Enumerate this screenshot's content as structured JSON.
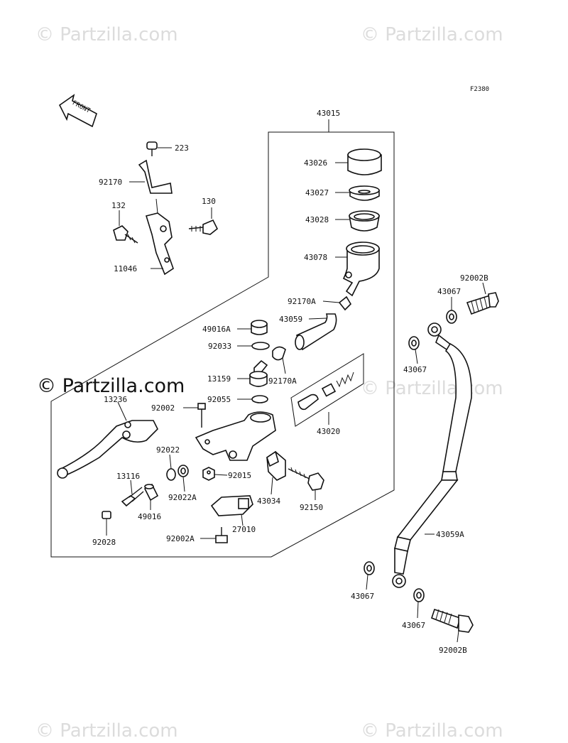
{
  "watermarks": {
    "top_left": "© Partzilla.com",
    "top_right": "© Partzilla.com",
    "middle_left": "© Partzilla.com",
    "middle_right": "© Partzilla.com",
    "bottom_left": "© Partzilla.com",
    "bottom_right": "© Partzilla.com"
  },
  "figure_code": "F2380",
  "front_arrow_label": "FRONT",
  "part_labels": {
    "p43015": "43015",
    "p43026": "43026",
    "p43027": "43027",
    "p43028": "43028",
    "p43078": "43078",
    "p92170A_top": "92170A",
    "p43059": "43059",
    "p49016A": "49016A",
    "p92033": "92033",
    "p13159": "13159",
    "p92170A_mid": "92170A",
    "p92055": "92055",
    "p43020": "43020",
    "p223": "223",
    "p92170": "92170",
    "p130": "130",
    "p132": "132",
    "p11046": "11046",
    "p13236": "13236",
    "p92002": "92002",
    "p92022": "92022",
    "p92015": "92015",
    "p92022A": "92022A",
    "p43034": "43034",
    "p92150": "92150",
    "p13116": "13116",
    "p49016": "49016",
    "p27010": "27010",
    "p92028": "92028",
    "p92002A": "92002A",
    "p92002B_top": "92002B",
    "p43067_a": "43067",
    "p43067_b": "43067",
    "p43059A": "43059A",
    "p43067_c": "43067",
    "p43067_d": "43067",
    "p92002B_bottom": "92002B"
  }
}
